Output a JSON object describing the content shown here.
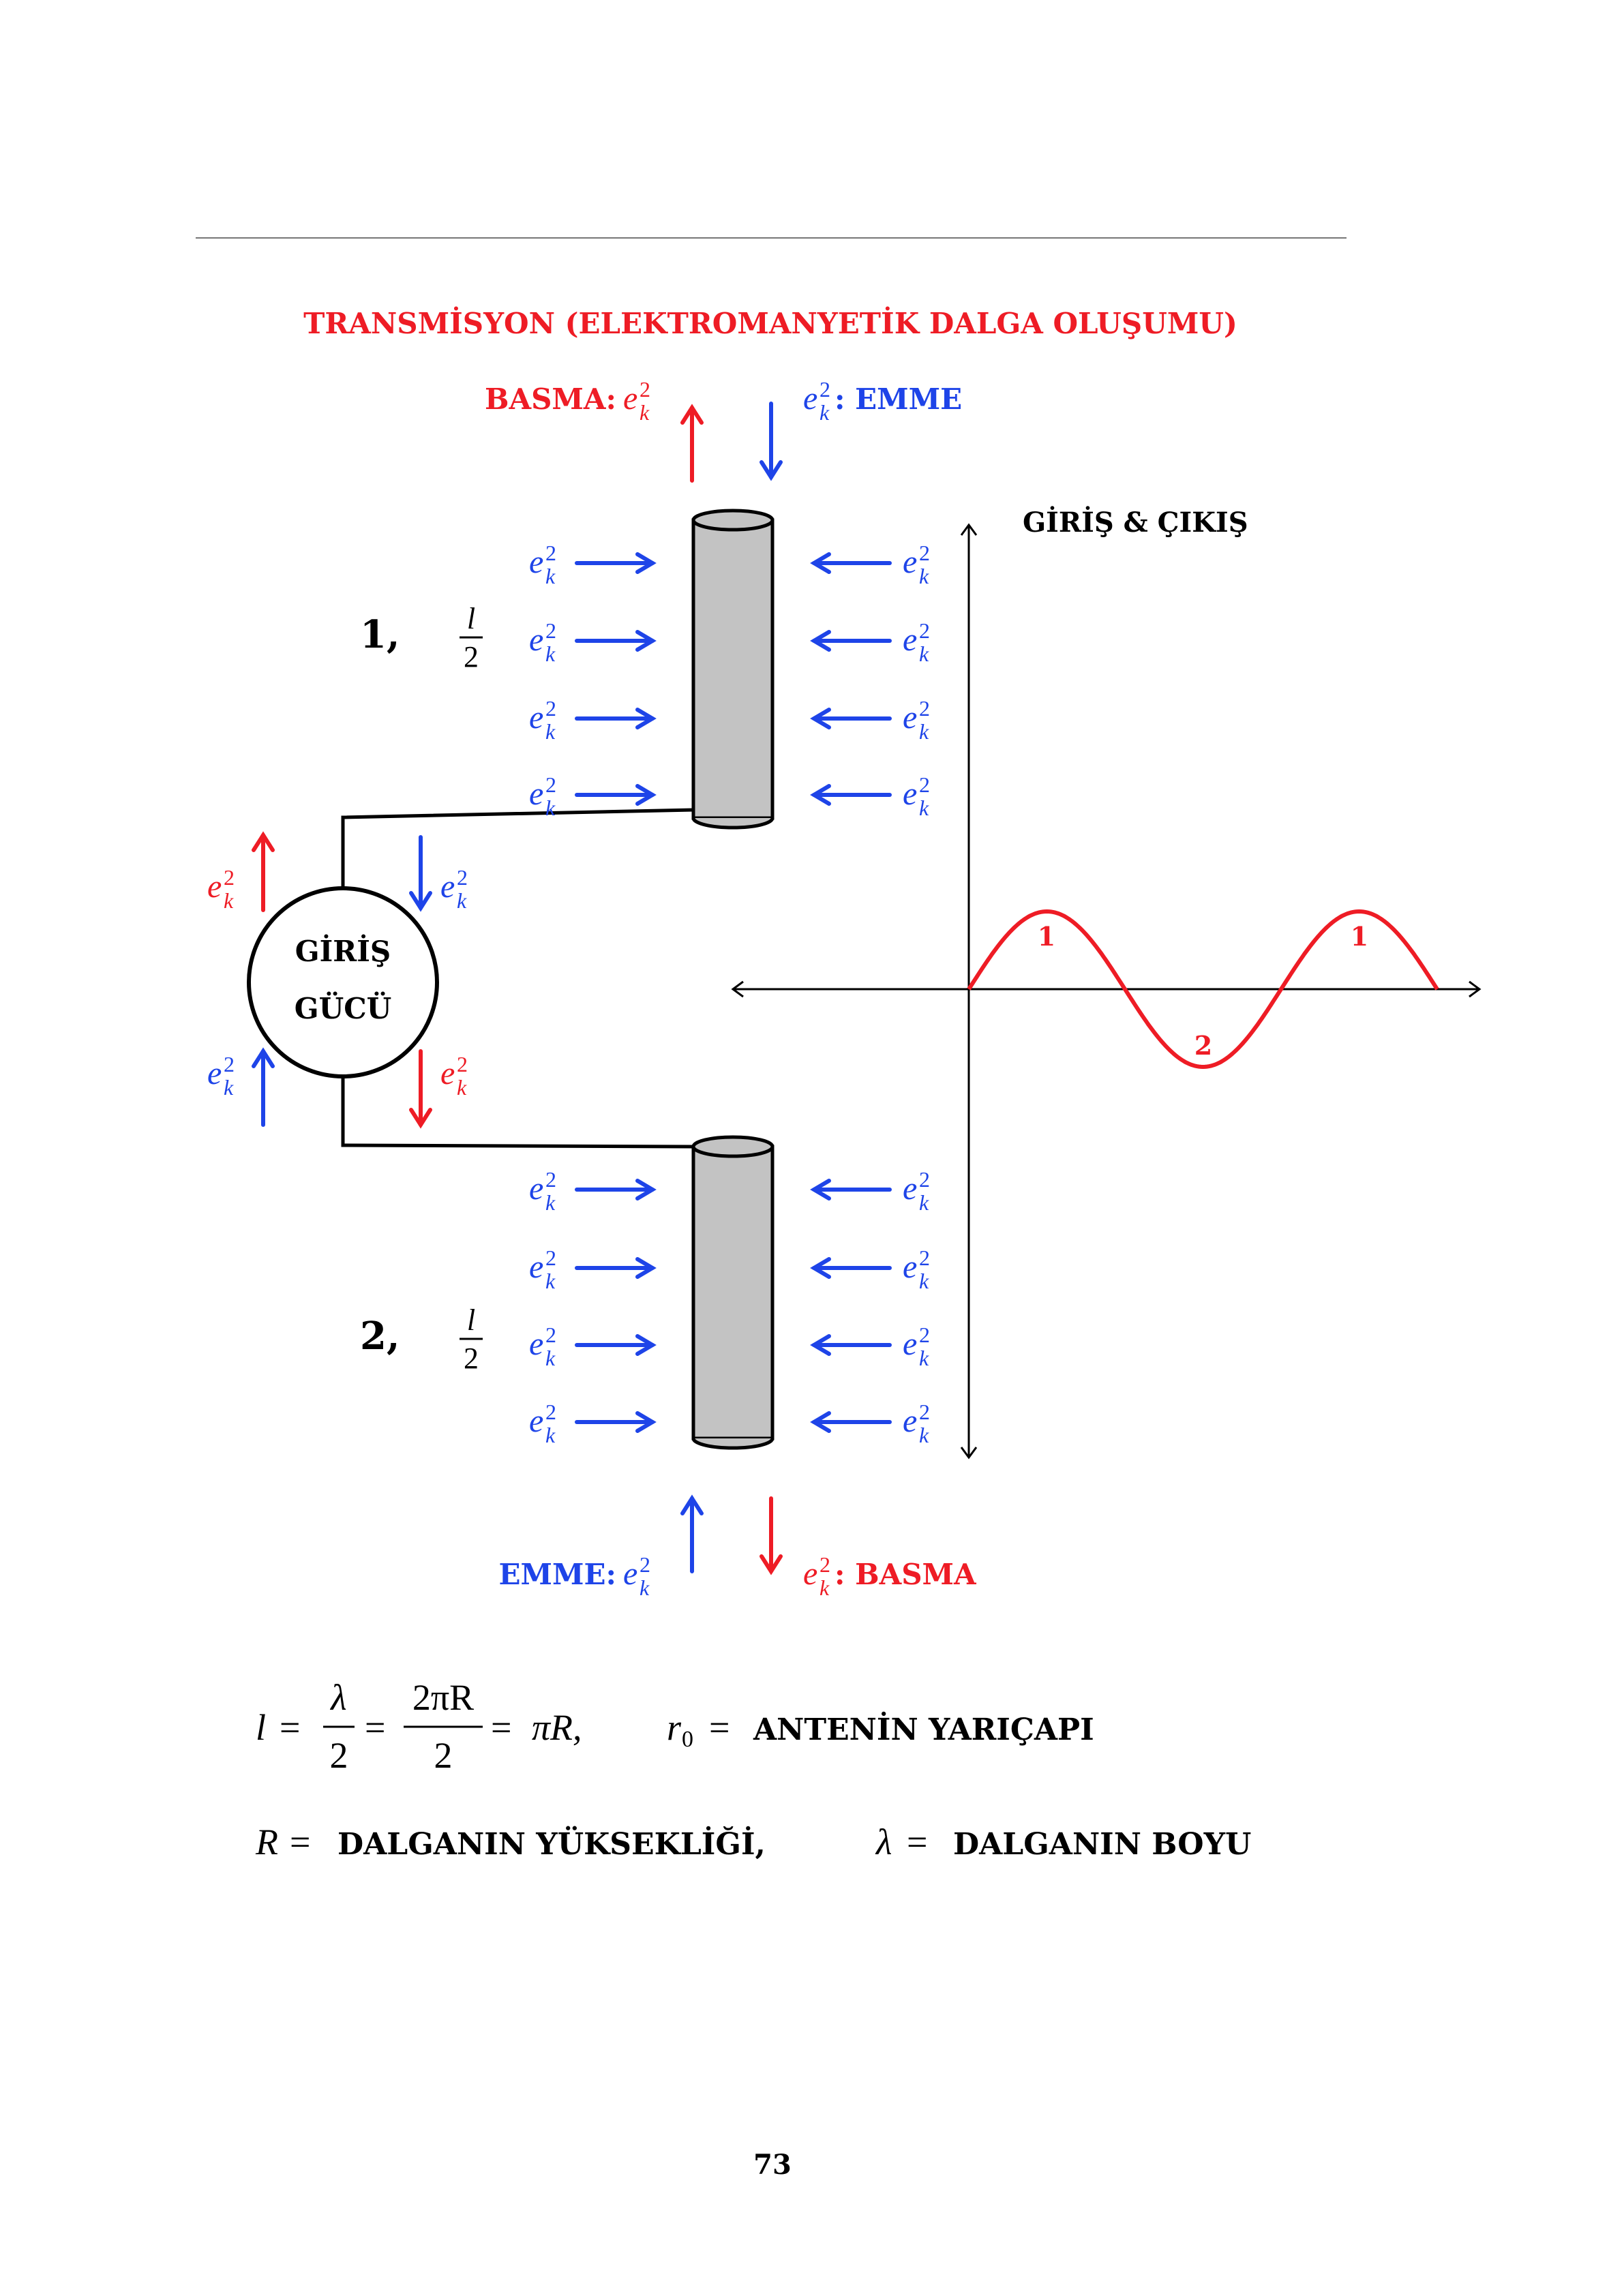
{
  "title": "TRANSMİSYON (ELEKTROMANYETİK DALGA OLUŞUMU)",
  "top_left_label": "BASMA:",
  "top_right_label": ": EMME",
  "bottom_left_label": "EMME:",
  "bottom_right_label": ": BASMA",
  "graph_label": "GİRİŞ & ÇIKIŞ",
  "source_line1": "GİRİŞ",
  "source_line2": "GÜCÜ",
  "antenna1_num": "1,",
  "antenna2_num": "2,",
  "frac_num": "l",
  "frac_den": "2",
  "e_base": "e",
  "e_sup": "2",
  "e_sub": "k",
  "wave_labels": [
    "1",
    "2",
    "1"
  ],
  "formula1": {
    "l": "l",
    "eq": "=",
    "lambda": "λ",
    "two": "2",
    "two_pi_r": "2πR",
    "pi_r": "πR,",
    "r0": "r",
    "r0_sub": "0",
    "r0_text": "ANTENİN YARIÇAPI"
  },
  "formula2": {
    "R": "R",
    "eq": "=",
    "R_text": "DALGANIN YÜKSEKLİĞİ,",
    "lambda": "λ",
    "lambda_text": "DALGANIN BOYU"
  },
  "page_number": "73",
  "colors": {
    "red": "#ee1c25",
    "blue": "#1e44e8",
    "antenna_fill": "#c3c3c3",
    "rule": "#777777"
  }
}
